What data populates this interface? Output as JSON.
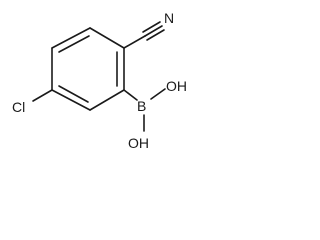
{
  "molecule": {
    "atoms": {
      "nitrogen": "N",
      "chlorine": "Cl",
      "boron": "B",
      "hydroxyl_upper": "OH",
      "hydroxyl_lower": "OH"
    },
    "colors": {
      "bond": "#1a1a1a",
      "label": "#1a1a1a",
      "background": "#ffffff"
    }
  }
}
